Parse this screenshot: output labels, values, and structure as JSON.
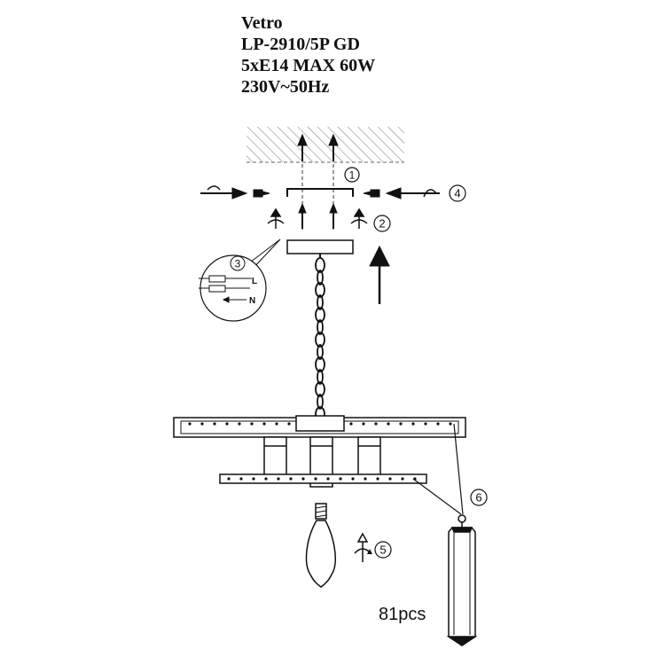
{
  "product": {
    "name": "Vetro",
    "model": "LP-2910/5P GD",
    "lamp_spec": "5xE14 MAX 60W",
    "voltage": "230V~50Hz"
  },
  "steps": [
    "1",
    "2",
    "3",
    "4",
    "5",
    "6"
  ],
  "wiring": {
    "live_label": "L",
    "neutral_label": "N"
  },
  "crystal_count": "81pcs"
}
